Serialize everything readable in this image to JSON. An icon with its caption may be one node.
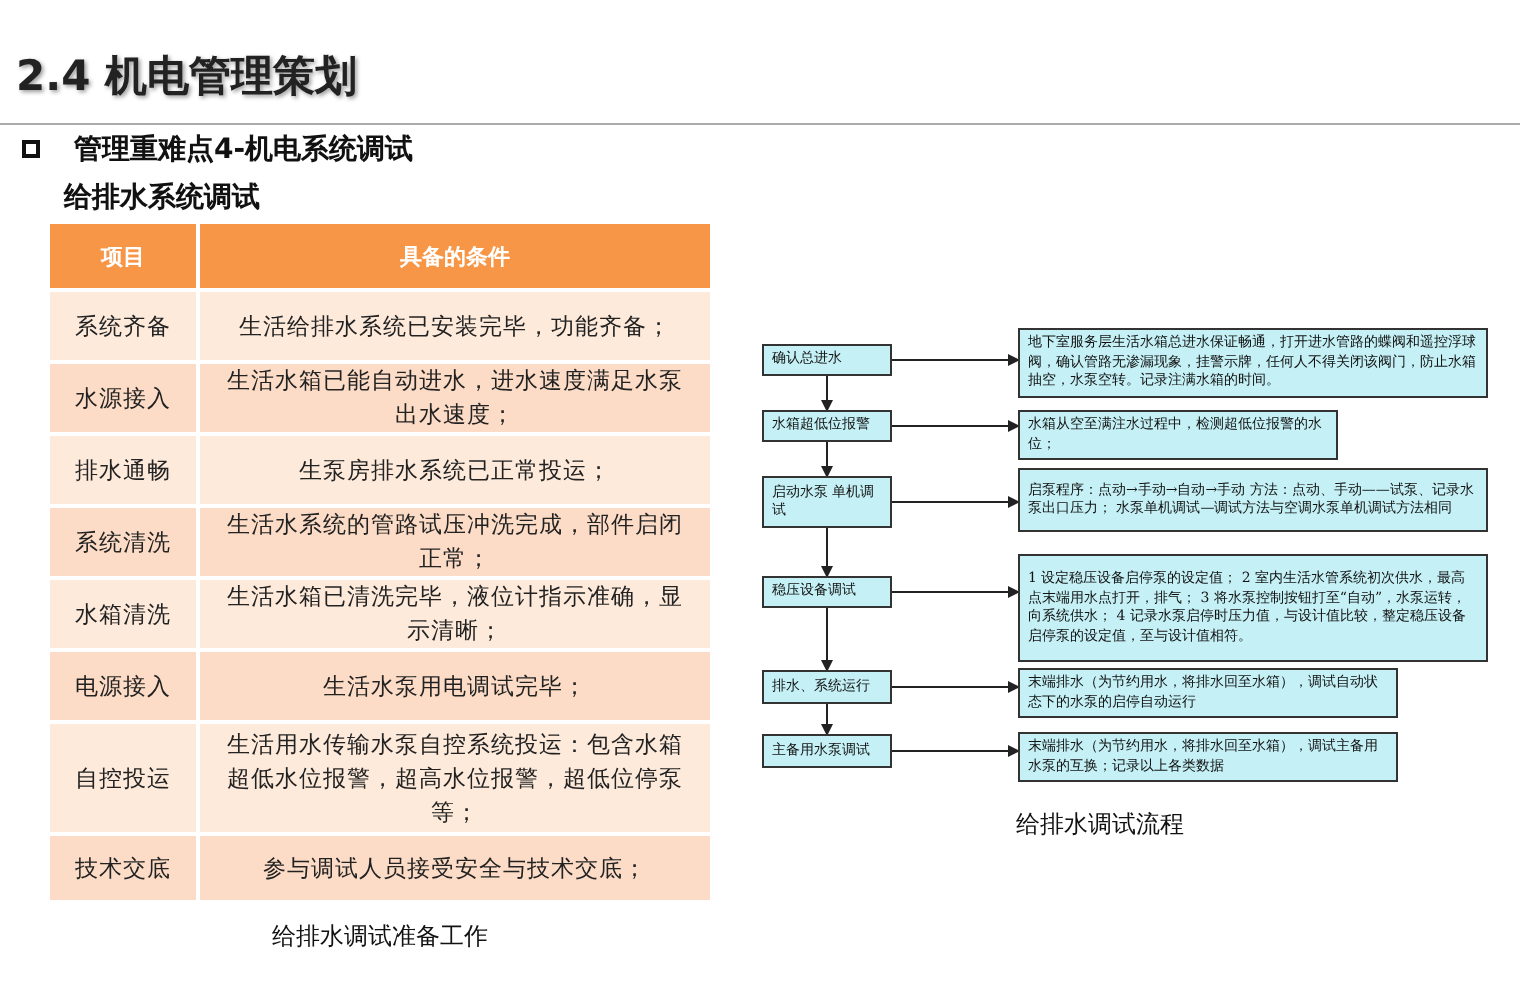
{
  "diagram": {
    "title": "2.4  机电管理策划",
    "nodes": [
      {
        "text": [
          "确认总进水"
        ]
      },
      {
        "text": [
          "水箱超低位报警"
        ]
      },
      {
        "text": [
          "启动水泵 单机调试"
        ]
      },
      {
        "text": [
          "稳压设备调试"
        ]
      },
      {
        "text": [
          "排水、系统运行"
        ]
      },
      {
        "text": [
          "主备用水泵调试"
        ]
      },
      {
        "text": [
          "地下室服务层生活水箱总进水保证畅通，打开进水管路的蝶阀和遥控浮球阀，确认管路无渗漏现象，挂警示牌，任何人不得关闭该阀门，防止水箱抽空，水泵空转。记录注满水箱的时间。"
        ]
      },
      {
        "text": [
          "水箱从空至满注水过程中，检测超低位报警的水位；"
        ]
      },
      {
        "text": [
          "启泵程序：点动→手动→自动→手动 方法：点动、手动——试泵、记录水泵出口压力； 水泵单机调试—调试方法与空调水泵单机调试方法相同"
        ]
      },
      {
        "text": [
          "1 设定稳压设备启停泵的设定值； 2 室内生活水管系统初次供水，最高点末端用水点打开，排气； 3 将水泵控制按钮打至“自动”，水泵运转，向系统供水； 4 记录水泵启停时压力值，与设计值比较，整定稳压设备启停泵的设定值，至与设计值相符。"
        ]
      },
      {
        "text": [
          "末端排水（为节约用水，将排水回至水箱），调试自动状态下的水泵的启停自动运行"
        ]
      },
      {
        "text": [
          "末端排水（为节约用水，将排水回至水箱），调试主备用水泵的互换；记录以上各类数据"
        ]
      }
    ],
    "edges": [
      {
        "from": 0,
        "to": 1,
        "arrow": "to"
      },
      {
        "from": 1,
        "to": 2,
        "arrow": "to"
      },
      {
        "from": 2,
        "to": 3,
        "arrow": "to"
      },
      {
        "from": 3,
        "to": 4,
        "arrow": "to"
      },
      {
        "from": 4,
        "to": 5,
        "arrow": "to"
      },
      {
        "from": 0,
        "to": 6,
        "arrow": "to"
      },
      {
        "from": 1,
        "to": 7,
        "arrow": "to"
      },
      {
        "from": 2,
        "to": 8,
        "arrow": "to"
      },
      {
        "from": 3,
        "to": 9,
        "arrow": "to"
      },
      {
        "from": 4,
        "to": 10,
        "arrow": "to"
      },
      {
        "from": 5,
        "to": 11,
        "arrow": "to"
      }
    ],
    "labels": [
      "管理重难点4-机电系统调试",
      "给排水系统调试",
      "项目",
      "具备的条件",
      "系统齐备",
      "生活给排水系统已安装完毕，功能齐备；",
      "水源接入",
      "生活水箱已能自动进水，进水速度满足水泵出水速度；",
      "排水通畅",
      "生泵房排水系统已正常投运；",
      "系统清洗",
      "生活水系统的管路试压冲洗完成，部件启闭正常；",
      "水箱清洗",
      "生活水箱已清洗完毕，液位计指示准确，显示清晰；",
      "电源接入",
      "生活水泵用电调试完毕；",
      "自控投运",
      "生活用水传输水泵自控系统投运：包含水箱超低水位报警，超高水位报警，超低位停泵等；",
      "技术交底",
      "参与调试人员接受安全与技术交底；",
      "给排水调试准备工作",
      "给排水调试流程"
    ]
  }
}
